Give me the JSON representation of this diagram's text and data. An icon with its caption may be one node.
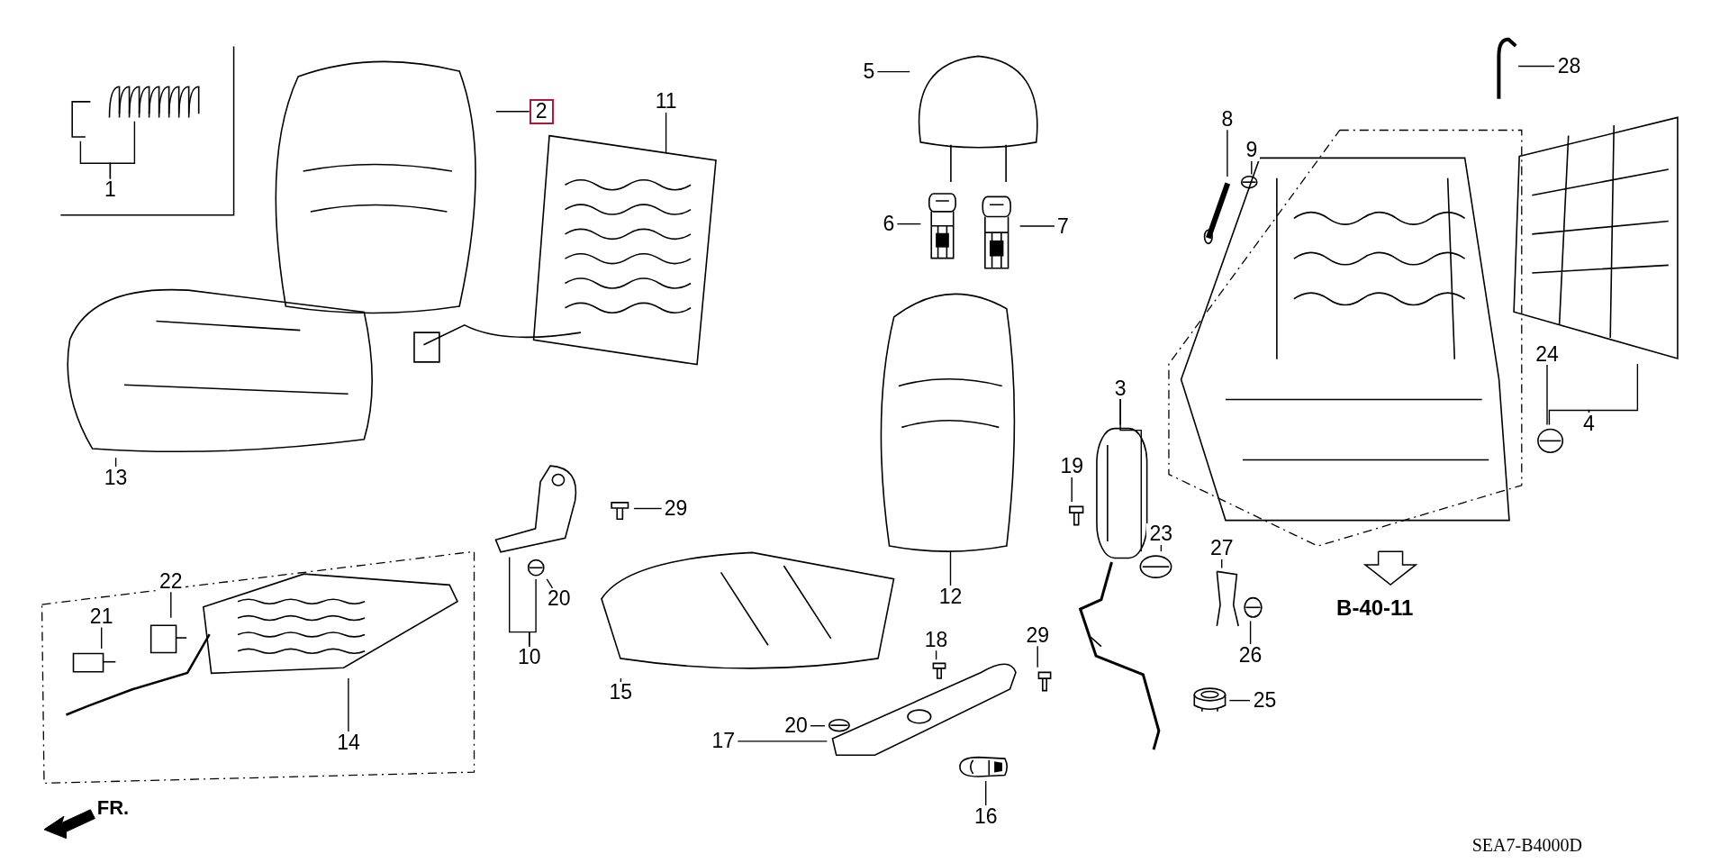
{
  "diagram": {
    "nodes": [
      {
        "text": [
          "1"
        ]
      },
      {
        "text": [
          "2"
        ]
      },
      {
        "text": [
          "5"
        ]
      },
      {
        "text": [
          "11"
        ]
      },
      {
        "text": [
          "28"
        ]
      },
      {
        "text": [
          "8"
        ]
      },
      {
        "text": [
          "9"
        ]
      },
      {
        "text": [
          "6"
        ]
      },
      {
        "text": [
          "7"
        ]
      },
      {
        "text": [
          "24"
        ]
      },
      {
        "text": [
          "4"
        ]
      },
      {
        "text": [
          "3"
        ]
      },
      {
        "text": [
          "13"
        ]
      },
      {
        "text": [
          "19"
        ]
      },
      {
        "text": [
          "29"
        ]
      },
      {
        "text": [
          "23"
        ]
      },
      {
        "text": [
          "12"
        ]
      },
      {
        "text": [
          "27"
        ]
      },
      {
        "text": [
          "22"
        ]
      },
      {
        "text": [
          "20"
        ]
      },
      {
        "text": [
          "21"
        ]
      },
      {
        "text": [
          "26"
        ]
      },
      {
        "text": [
          "18"
        ]
      },
      {
        "text": [
          "29"
        ]
      },
      {
        "text": [
          "10"
        ]
      },
      {
        "text": [
          "15"
        ]
      },
      {
        "text": [
          "25"
        ]
      },
      {
        "text": [
          "20"
        ]
      },
      {
        "text": [
          "17"
        ]
      },
      {
        "text": [
          "14"
        ]
      },
      {
        "text": [
          "16"
        ]
      },
      {
        "text": [],
        "shape": "picture"
      },
      {
        "text": [],
        "shape": "picture"
      },
      {
        "text": [],
        "shape": "picture"
      },
      {
        "text": [],
        "shape": "picture"
      },
      {
        "text": [],
        "shape": "picture"
      },
      {
        "text": [],
        "shape": "picture"
      },
      {
        "text": [],
        "shape": "picture"
      },
      {
        "text": [],
        "shape": "picture"
      },
      {
        "text": [],
        "shape": "picture"
      },
      {
        "text": [],
        "shape": "picture"
      },
      {
        "text": [],
        "shape": "picture"
      },
      {
        "text": [],
        "shape": "picture"
      },
      {
        "text": [],
        "shape": "picture"
      },
      {
        "text": [],
        "shape": "picture"
      },
      {
        "text": [],
        "shape": "picture"
      },
      {
        "text": [],
        "shape": "picture"
      },
      {
        "text": [],
        "shape": "picture"
      },
      {
        "text": [],
        "shape": "picture"
      },
      {
        "text": [],
        "shape": "picture"
      },
      {
        "text": [],
        "shape": "picture"
      },
      {
        "text": [],
        "shape": "picture"
      },
      {
        "text": [],
        "shape": "picture"
      },
      {
        "text": [],
        "shape": "picture"
      },
      {
        "text": [],
        "shape": "picture"
      },
      {
        "text": [],
        "shape": "picture"
      },
      {
        "text": [],
        "shape": "picture"
      },
      {
        "text": [],
        "shape": "picture"
      },
      {
        "text": [],
        "shape": "picture"
      },
      {
        "text": [],
        "shape": "picture"
      },
      {
        "text": [],
        "shape": "picture"
      },
      {
        "text": [],
        "shape": "picture"
      },
      {
        "text": [],
        "shape": "picture"
      },
      {
        "text": [],
        "shape": "picture"
      },
      {
        "text": [],
        "shape": "picture"
      }
    ],
    "edges": [
      {
        "from": 0,
        "to": 31,
        "arrow": "none"
      },
      {
        "from": 0,
        "to": 32,
        "arrow": "none"
      },
      {
        "from": 1,
        "to": 33,
        "arrow": "none"
      },
      {
        "from": 2,
        "to": 36,
        "arrow": "none"
      },
      {
        "from": 3,
        "to": 35,
        "arrow": "none"
      },
      {
        "from": 4,
        "to": 39,
        "arrow": "none"
      },
      {
        "from": 5,
        "to": 40,
        "arrow": "none"
      },
      {
        "from": 6,
        "to": 41,
        "arrow": "none"
      },
      {
        "from": 7,
        "to": 37,
        "arrow": "none"
      },
      {
        "from": 8,
        "to": 38,
        "arrow": "none"
      },
      {
        "from": 9,
        "to": 44,
        "arrow": "none"
      },
      {
        "from": 10,
        "to": 44,
        "arrow": "none"
      },
      {
        "from": 10,
        "to": 43,
        "arrow": "none"
      },
      {
        "from": 11,
        "to": 46,
        "arrow": "none"
      },
      {
        "from": 11,
        "to": 49,
        "arrow": "none"
      },
      {
        "from": 12,
        "to": 34,
        "arrow": "none"
      },
      {
        "from": 13,
        "to": 48,
        "arrow": "none"
      },
      {
        "from": 14,
        "to": 54,
        "arrow": "none"
      },
      {
        "from": 15,
        "to": 49,
        "arrow": "none"
      },
      {
        "from": 16,
        "to": 45,
        "arrow": "none"
      },
      {
        "from": 17,
        "to": 50,
        "arrow": "none"
      },
      {
        "from": 18,
        "to": 57,
        "arrow": "none"
      },
      {
        "from": 19,
        "to": 53,
        "arrow": "none"
      },
      {
        "from": 20,
        "to": 56,
        "arrow": "none"
      },
      {
        "from": 21,
        "to": 51,
        "arrow": "none"
      },
      {
        "from": 22,
        "to": 61,
        "arrow": "none"
      },
      {
        "from": 23,
        "to": 62,
        "arrow": "none"
      },
      {
        "from": 24,
        "to": 52,
        "arrow": "none"
      },
      {
        "from": 24,
        "to": 53,
        "arrow": "none"
      },
      {
        "from": 25,
        "to": 58,
        "arrow": "none"
      },
      {
        "from": 26,
        "to": 64,
        "arrow": "none"
      },
      {
        "from": 27,
        "to": 60,
        "arrow": "none"
      },
      {
        "from": 28,
        "to": 59,
        "arrow": "none"
      },
      {
        "from": 29,
        "to": 55,
        "arrow": "none"
      },
      {
        "from": 30,
        "to": 63,
        "arrow": "none"
      }
    ],
    "labels": [
      "FR.",
      "B-40-11",
      "SEA7-B4000D"
    ]
  }
}
